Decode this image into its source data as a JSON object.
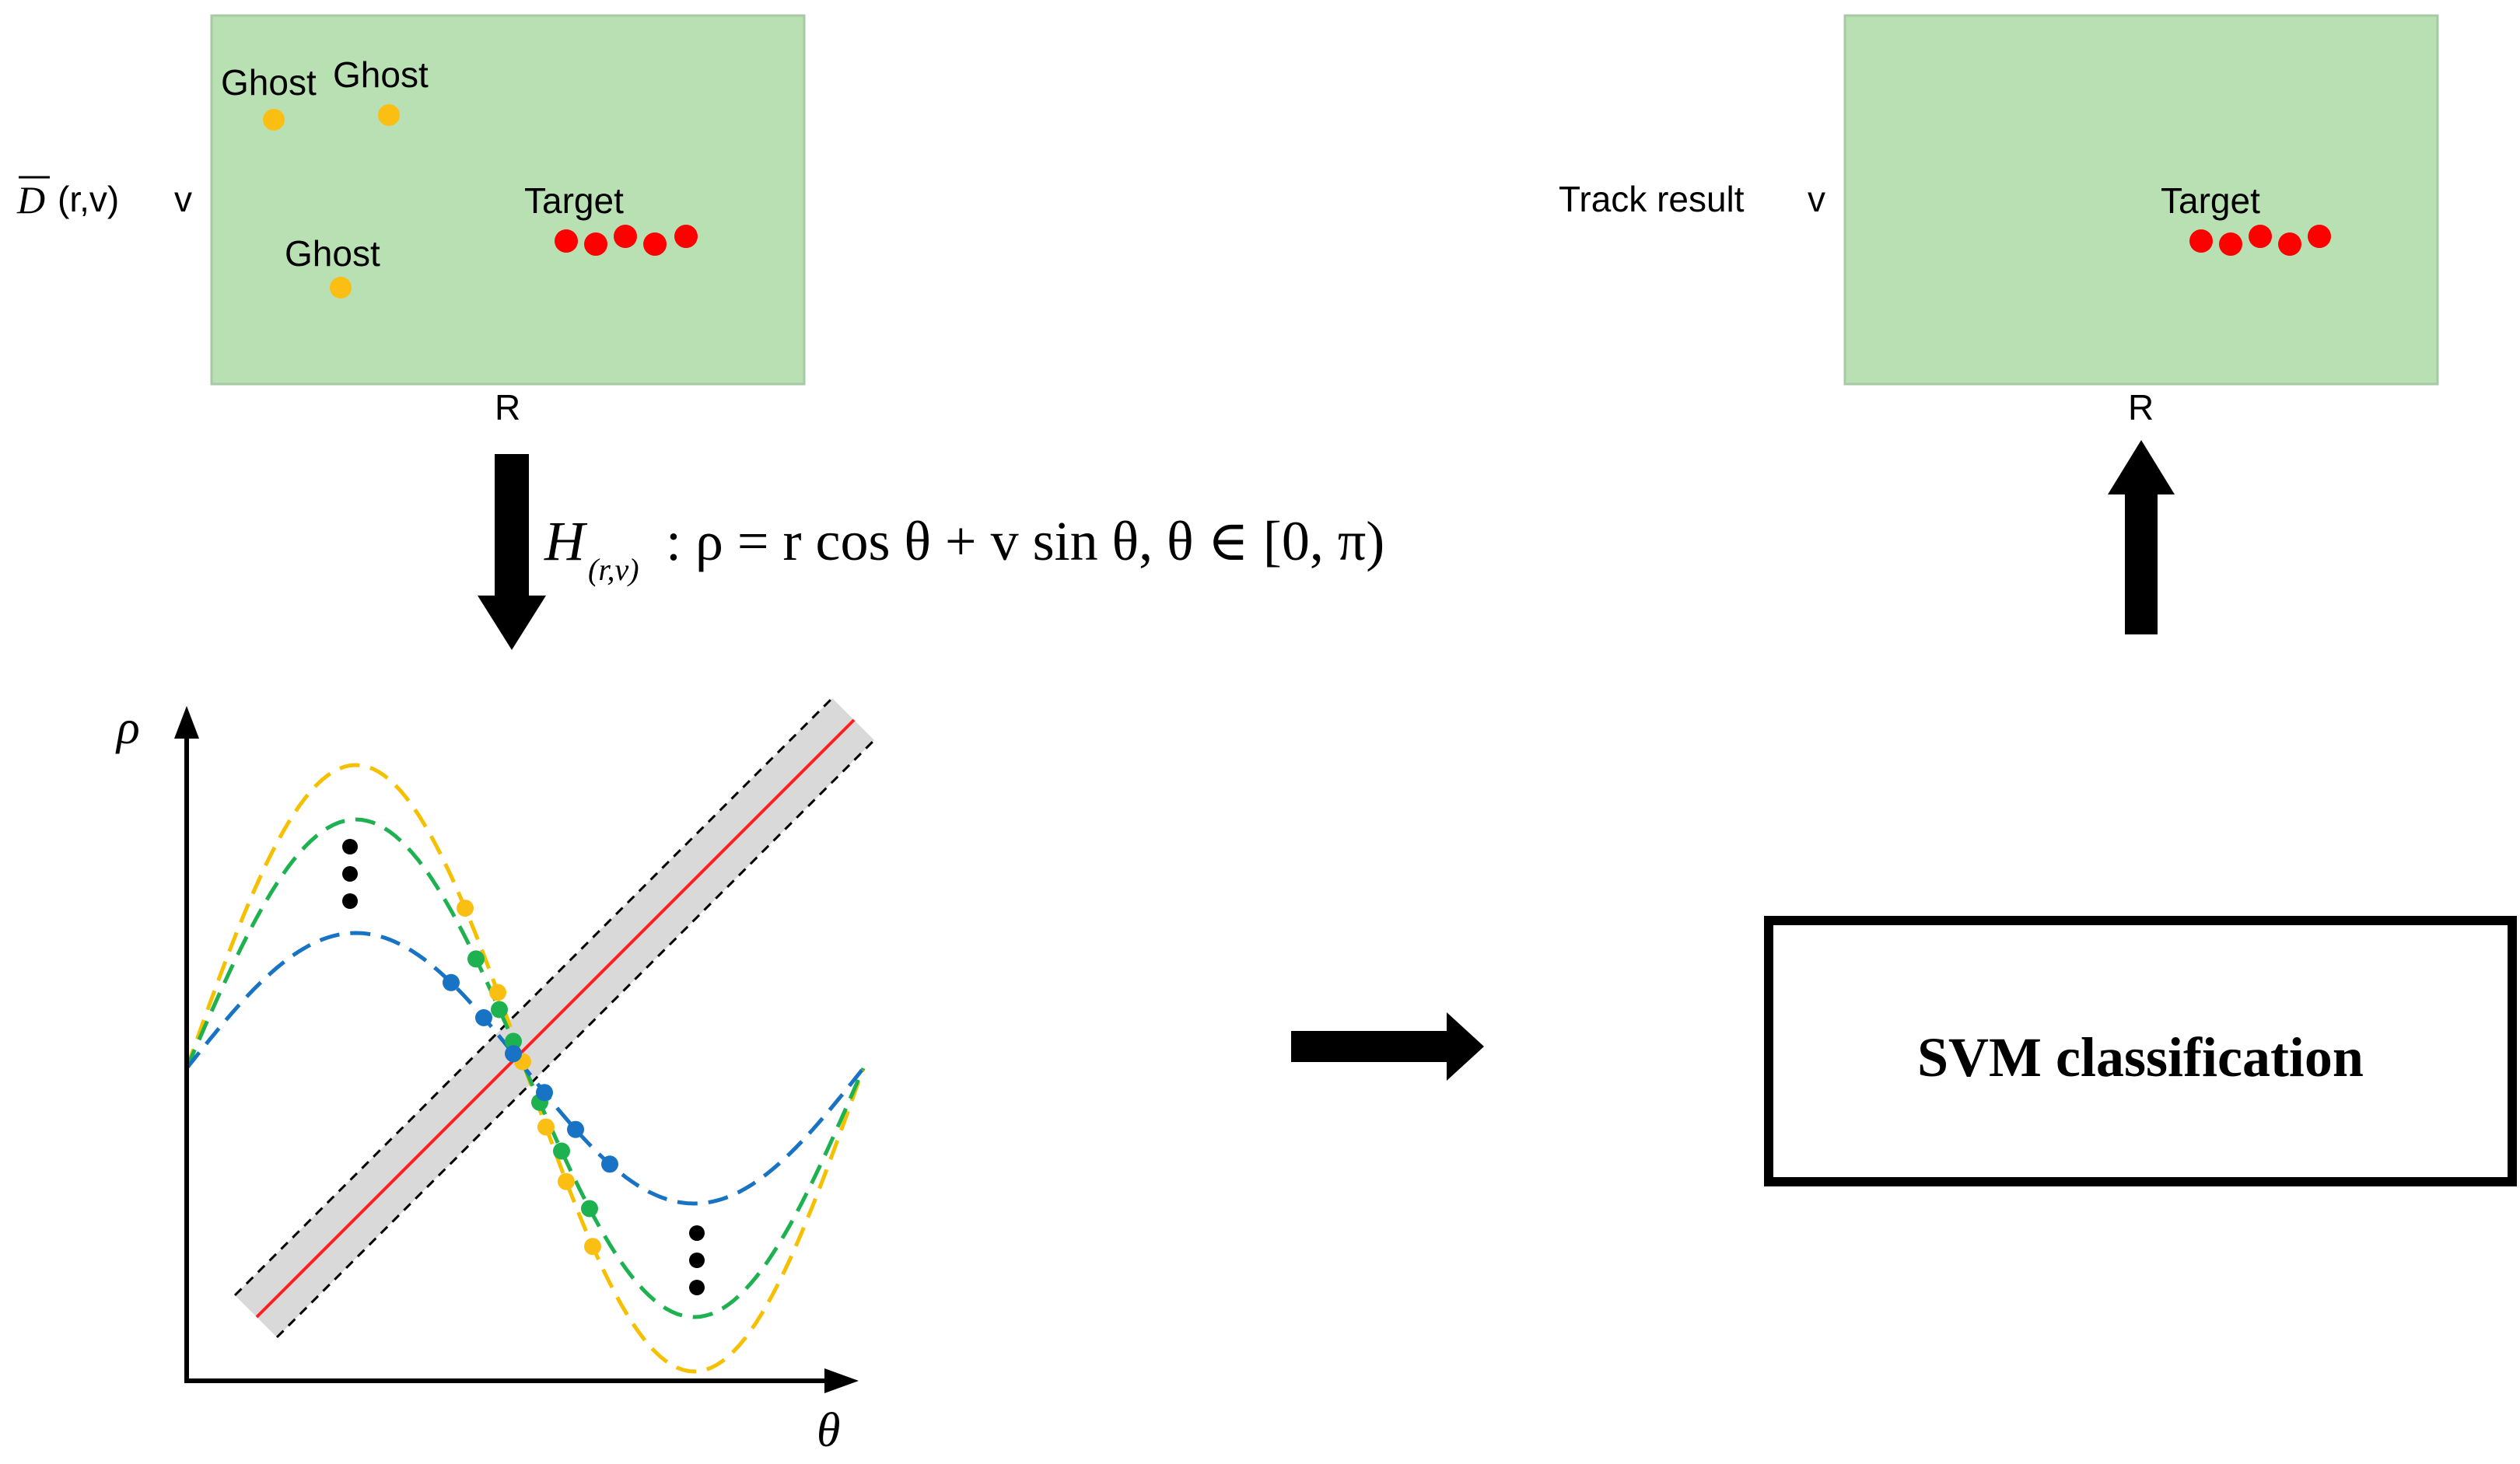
{
  "left_panel": {
    "row_label_main": "D",
    "row_label_args": "(r,v)",
    "v_label": "v",
    "r_label": "R",
    "ghost_labels": [
      "Ghost",
      "Ghost",
      "Ghost"
    ],
    "target_label": "Target"
  },
  "right_panel": {
    "row_label": "Track result",
    "v_label": "v",
    "r_label": "R",
    "target_label": "Target"
  },
  "transform": {
    "H": "H",
    "subscript": "(r,v)",
    "equation": ": ρ = r cos θ + v sin θ, θ ∈ [0, π)"
  },
  "hough_plot": {
    "y_axis_label": "ρ",
    "x_axis_label": "θ"
  },
  "classifier": {
    "label": "SVM classification"
  },
  "colors": {
    "panel_fill": "#b8e0b2",
    "panel_stroke": "#a9c9a4",
    "ghost": "#fbbf14",
    "target": "#ff0000",
    "curve_yellow": "#f5c000",
    "curve_green": "#1db150",
    "curve_blue": "#1873c4",
    "band": "#d9d9d9",
    "center_line": "#ff2020"
  }
}
